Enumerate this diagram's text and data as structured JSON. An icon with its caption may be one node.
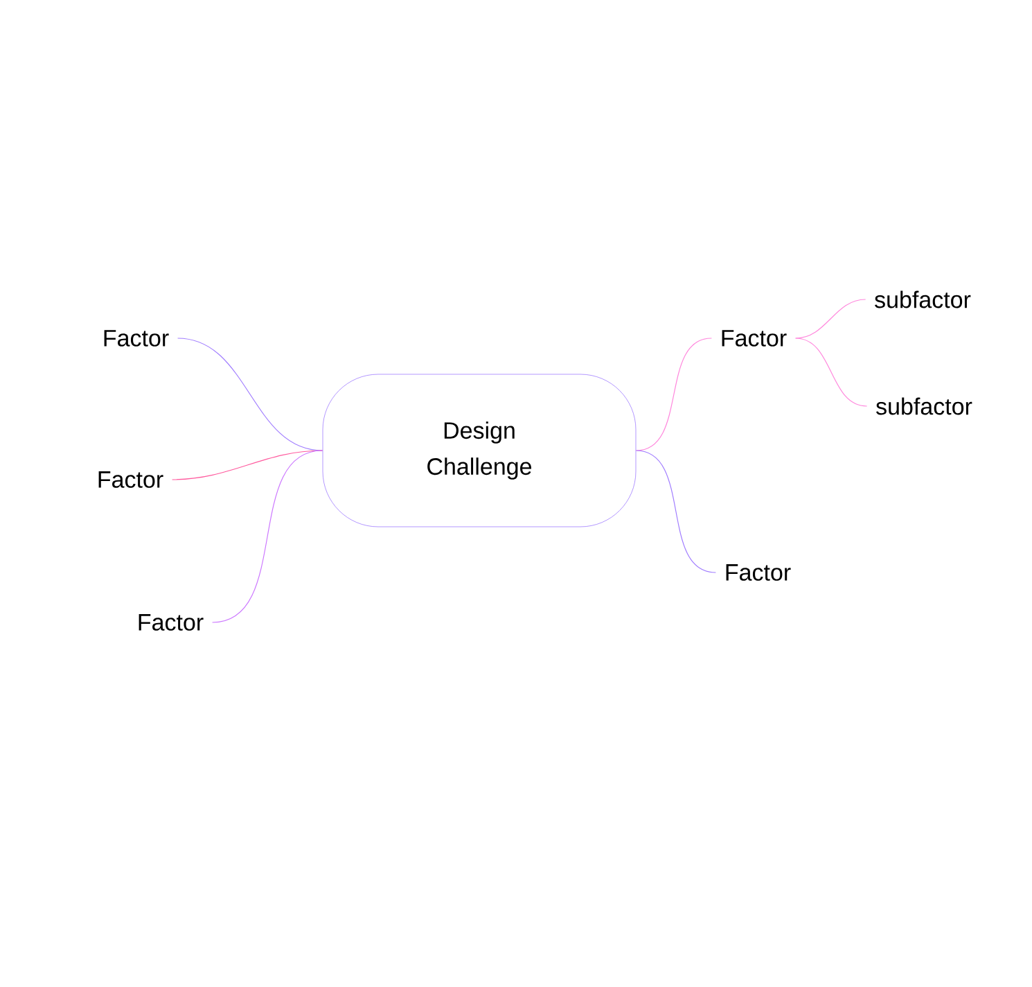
{
  "diagram": {
    "nodes": [
      {
        "text": [
          "Design Challenge"
        ]
      },
      {
        "text": [
          "Factor"
        ]
      },
      {
        "text": [
          "Factor"
        ]
      },
      {
        "text": [
          "Factor"
        ]
      },
      {
        "text": [
          "Factor"
        ]
      },
      {
        "text": [
          "subfactor"
        ]
      },
      {
        "text": [
          "subfactor"
        ]
      },
      {
        "text": [
          "Factor"
        ]
      }
    ],
    "edges": [
      {
        "from": 0,
        "to": 1,
        "arrow": "none",
        "color": "#a07cff"
      },
      {
        "from": 0,
        "to": 2,
        "arrow": "none",
        "color": "#ff5a9e"
      },
      {
        "from": 0,
        "to": 3,
        "arrow": "none",
        "color": "#cc77ff"
      },
      {
        "from": 0,
        "to": 4,
        "arrow": "none",
        "color": "#ff88dd"
      },
      {
        "from": 0,
        "to": 7,
        "arrow": "none",
        "color": "#a07cff"
      },
      {
        "from": 4,
        "to": 5,
        "arrow": "none",
        "color": "#ff88dd"
      },
      {
        "from": 4,
        "to": 6,
        "arrow": "none",
        "color": "#ff88dd"
      }
    ]
  }
}
